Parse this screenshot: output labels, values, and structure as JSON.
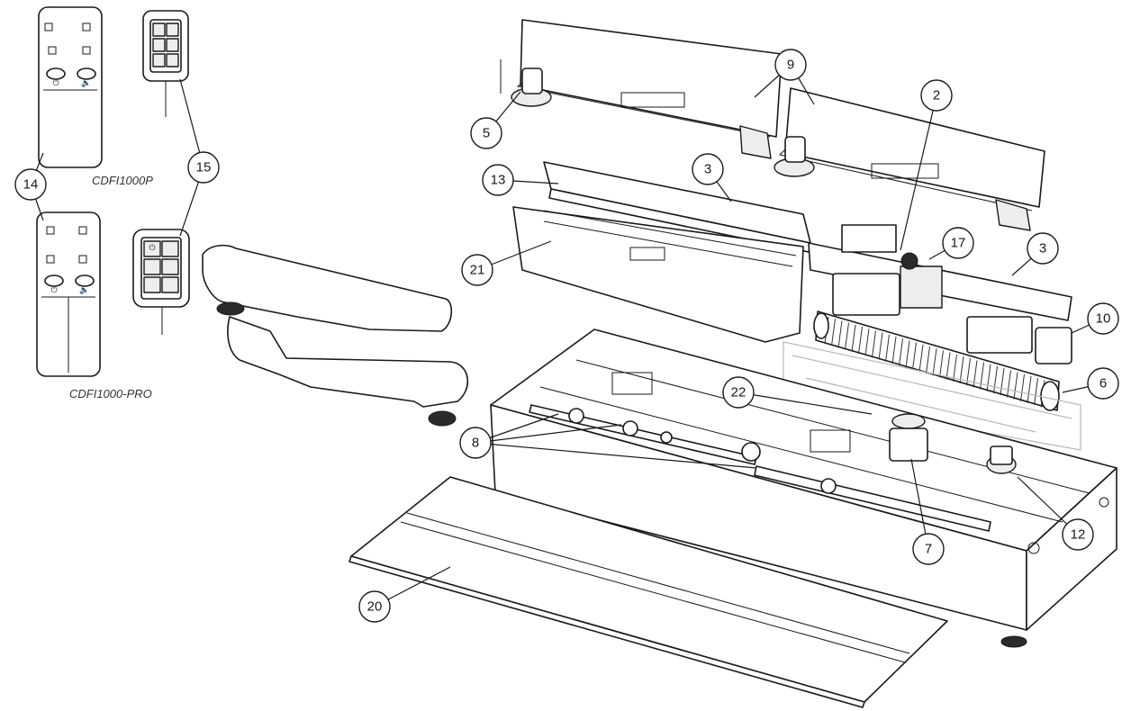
{
  "models": {
    "cdfi1000p": "CDFI1000P",
    "cdfi1000pro": "CDFI1000-PRO"
  },
  "callouts": [
    {
      "id": "c2",
      "label": "2"
    },
    {
      "id": "c3a",
      "label": "3"
    },
    {
      "id": "c3b",
      "label": "3"
    },
    {
      "id": "c5",
      "label": "5"
    },
    {
      "id": "c6",
      "label": "6"
    },
    {
      "id": "c7",
      "label": "7"
    },
    {
      "id": "c8",
      "label": "8"
    },
    {
      "id": "c9",
      "label": "9"
    },
    {
      "id": "c10",
      "label": "10"
    },
    {
      "id": "c12",
      "label": "12"
    },
    {
      "id": "c13",
      "label": "13"
    },
    {
      "id": "c14",
      "label": "14"
    },
    {
      "id": "c15",
      "label": "15"
    },
    {
      "id": "c17",
      "label": "17"
    },
    {
      "id": "c20",
      "label": "20"
    },
    {
      "id": "c21",
      "label": "21"
    },
    {
      "id": "c22",
      "label": "22"
    }
  ],
  "icons": {
    "power": "power-icon",
    "sound": "speaker-icon",
    "flame": "flame-icon",
    "heat": "heat-icon"
  },
  "colors": {
    "line": "#1a1a1a",
    "ghost": "#b8b8b8",
    "fill": "#ffffff"
  }
}
